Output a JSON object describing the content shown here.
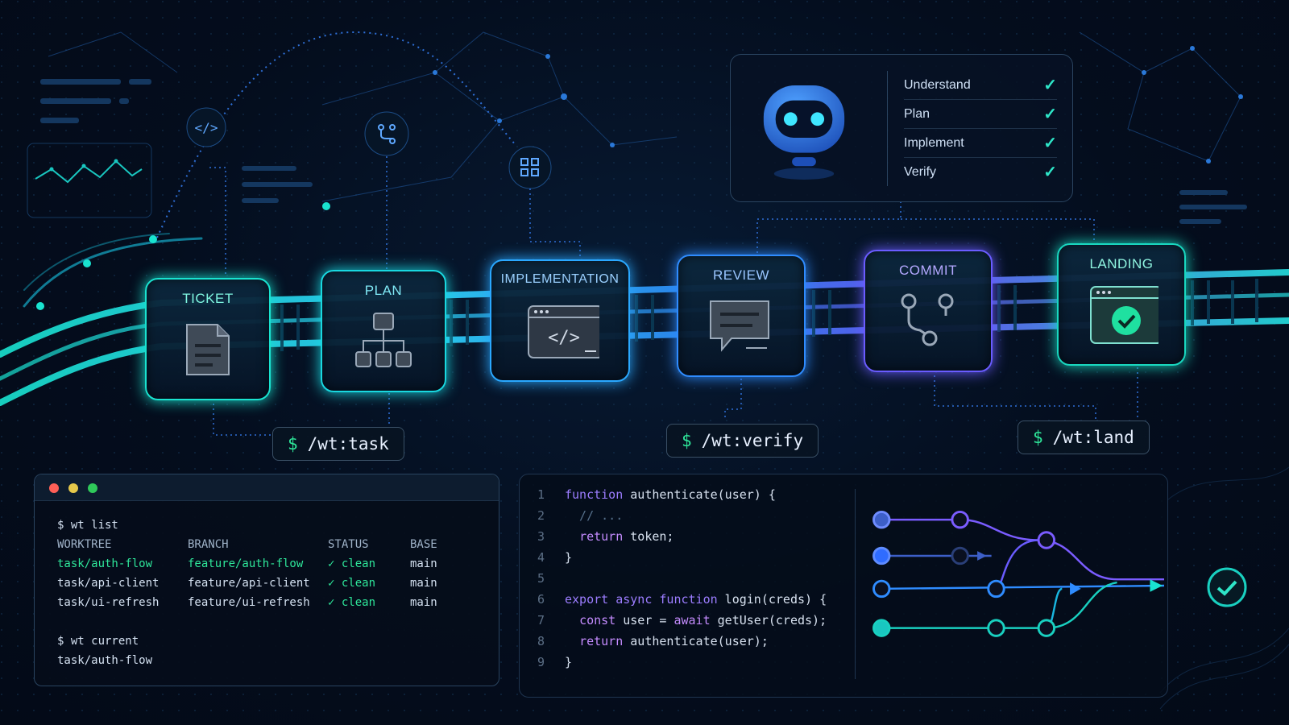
{
  "pipeline": {
    "stages": [
      {
        "label": "TICKET",
        "icon": "document-icon"
      },
      {
        "label": "PLAN",
        "icon": "hierarchy-icon"
      },
      {
        "label": "IMPLEMENTATION",
        "icon": "code-window-icon"
      },
      {
        "label": "REVIEW",
        "icon": "comment-icon"
      },
      {
        "label": "COMMIT",
        "icon": "git-branch-icon"
      },
      {
        "label": "LANDING",
        "icon": "check-window-icon"
      }
    ],
    "commands": [
      {
        "prompt": "$",
        "text": "/wt:task"
      },
      {
        "prompt": "$",
        "text": "/wt:verify"
      },
      {
        "prompt": "$",
        "text": "/wt:land"
      }
    ]
  },
  "agent": {
    "icon": "robot-icon",
    "steps": [
      {
        "label": "Understand",
        "done": true
      },
      {
        "label": "Plan",
        "done": true
      },
      {
        "label": "Implement",
        "done": true
      },
      {
        "label": "Verify",
        "done": true
      }
    ]
  },
  "terminal": {
    "cmd1": "$ wt list",
    "headers": [
      "WORKTREE",
      "BRANCH",
      "STATUS",
      "BASE"
    ],
    "rows": [
      {
        "worktree": "task/auth-flow",
        "branch": "feature/auth-flow",
        "status": "✓ clean",
        "base": "main",
        "active": true
      },
      {
        "worktree": "task/api-client",
        "branch": "feature/api-client",
        "status": "✓ clean",
        "base": "main",
        "active": false
      },
      {
        "worktree": "task/ui-refresh",
        "branch": "feature/ui-refresh",
        "status": "✓ clean",
        "base": "main",
        "active": false
      }
    ],
    "cmd2": "$ wt current",
    "output2": "task/auth-flow"
  },
  "code": {
    "lines": [
      {
        "n": "1",
        "text": "function authenticate(user) {"
      },
      {
        "n": "2",
        "text": "  // ..."
      },
      {
        "n": "3",
        "text": "  return token;"
      },
      {
        "n": "4",
        "text": "}"
      },
      {
        "n": "5",
        "text": ""
      },
      {
        "n": "6",
        "text": "export async function login(creds) {"
      },
      {
        "n": "7",
        "text": "  const user = await getUser(creds);"
      },
      {
        "n": "8",
        "text": "  return authenticate(user);"
      },
      {
        "n": "9",
        "text": "}"
      }
    ]
  },
  "colors": {
    "teal": "#19e3d0",
    "blue": "#2f8cff",
    "violet": "#6a5cff",
    "green": "#2ee69a"
  }
}
